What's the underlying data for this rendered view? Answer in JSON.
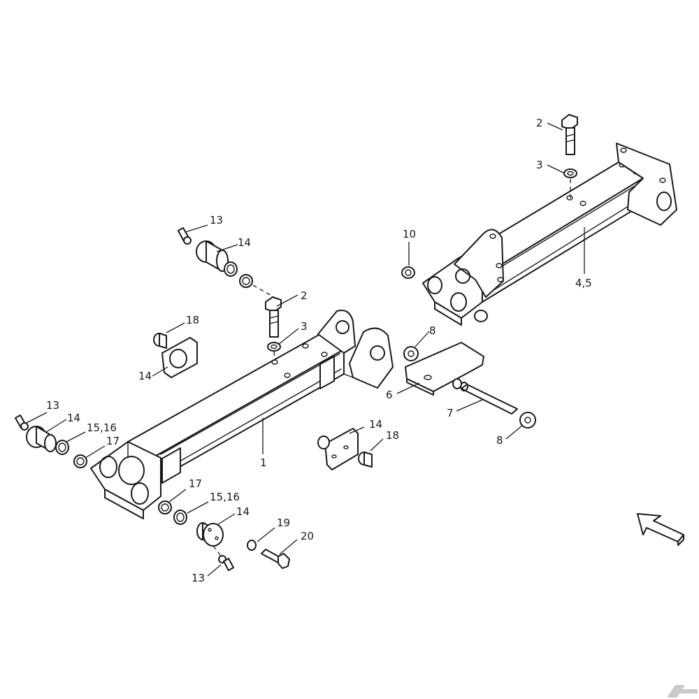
{
  "labels": {
    "p1": "1",
    "p2a": "2",
    "p2b": "2",
    "p3a": "3",
    "p3b": "3",
    "p45": "4,5",
    "p6": "6",
    "p7": "7",
    "p8a": "8",
    "p8b": "8",
    "p10": "10",
    "p13a": "13",
    "p13b": "13",
    "p13c": "13",
    "p14a": "14",
    "p14b": "14",
    "p14c": "14",
    "p14d": "14",
    "p14e": "14",
    "p1516a": "15,16",
    "p1516b": "15,16",
    "p17a": "17",
    "p17b": "17",
    "p18a": "18",
    "p18b": "18",
    "p19": "19",
    "p20": "20"
  }
}
